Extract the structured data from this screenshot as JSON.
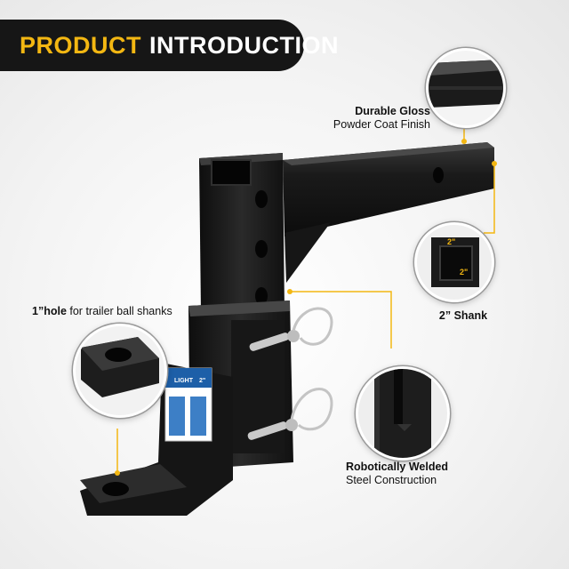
{
  "banner": {
    "word1": "PRODUCT",
    "word2": "INTRODUCTION"
  },
  "features": {
    "finish": {
      "title": "Durable Gloss",
      "subtitle": "Powder Coat Finish"
    },
    "shank": {
      "title": "2” Shank",
      "dim_top": "2\"",
      "dim_side": "2\""
    },
    "hole": {
      "title": "1”hole",
      "subtitle": " for trailer ball shanks"
    },
    "weld": {
      "title": "Robotically Welded",
      "subtitle": "Steel Construction"
    }
  },
  "product_label": {
    "brand": "LIGHT",
    "size": "2\""
  },
  "colors": {
    "accent": "#f3b712",
    "banner": "#161616",
    "metal": "#1c1c1c"
  }
}
